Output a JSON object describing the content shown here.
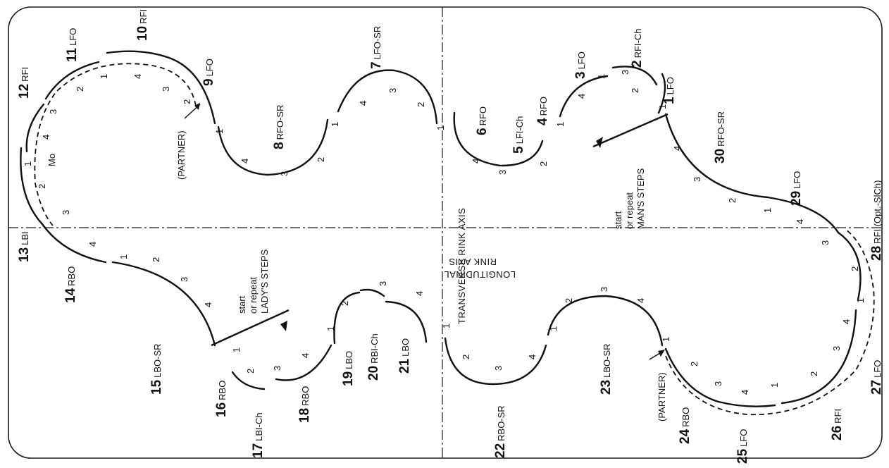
{
  "axes": {
    "transverse": "TRANSVERSE RINK AXIS",
    "longitudinal_1": "LONGITUDINAL",
    "longitudinal_2": "RINK AXIS"
  },
  "notes": {
    "lady_start": "start",
    "lady_repeat": "or repeat",
    "lady_steps": "LADY'S STEPS",
    "man_start": "start",
    "man_repeat": "or repeat",
    "man_steps": "MAN'S STEPS",
    "partner": "(PARTNER)",
    "mohawk": "Mo"
  },
  "steps": [
    {
      "num": "1",
      "edge": "LFO"
    },
    {
      "num": "2",
      "edge": "RFI-Ch"
    },
    {
      "num": "3",
      "edge": "LFO"
    },
    {
      "num": "4",
      "edge": "RFO"
    },
    {
      "num": "5",
      "edge": "LFI-Ch"
    },
    {
      "num": "6",
      "edge": "RFO"
    },
    {
      "num": "7",
      "edge": "LFO-SR"
    },
    {
      "num": "8",
      "edge": "RFO-SR"
    },
    {
      "num": "9",
      "edge": "LFO"
    },
    {
      "num": "10",
      "edge": "RFI"
    },
    {
      "num": "11",
      "edge": "LFO"
    },
    {
      "num": "12",
      "edge": "RFI"
    },
    {
      "num": "13",
      "edge": "LBI"
    },
    {
      "num": "14",
      "edge": "RBO"
    },
    {
      "num": "15",
      "edge": "LBO-SR"
    },
    {
      "num": "16",
      "edge": "RBO"
    },
    {
      "num": "17",
      "edge": "LBI-Ch"
    },
    {
      "num": "18",
      "edge": "RBO"
    },
    {
      "num": "19",
      "edge": "LBO"
    },
    {
      "num": "20",
      "edge": "RBI-Ch"
    },
    {
      "num": "21",
      "edge": "LBO"
    },
    {
      "num": "22",
      "edge": "RBO-SR"
    },
    {
      "num": "23",
      "edge": "LBO-SR"
    },
    {
      "num": "24",
      "edge": "RBO"
    },
    {
      "num": "25",
      "edge": "LFO"
    },
    {
      "num": "26",
      "edge": "RFI"
    },
    {
      "num": "27",
      "edge": "LFO"
    },
    {
      "num": "28",
      "edge": "RFI (Opt.-SlCh)"
    },
    {
      "num": "29",
      "edge": "LFO"
    },
    {
      "num": "30",
      "edge": "RFO-SR"
    }
  ],
  "beats": [
    "1",
    "2",
    "3",
    "4"
  ]
}
